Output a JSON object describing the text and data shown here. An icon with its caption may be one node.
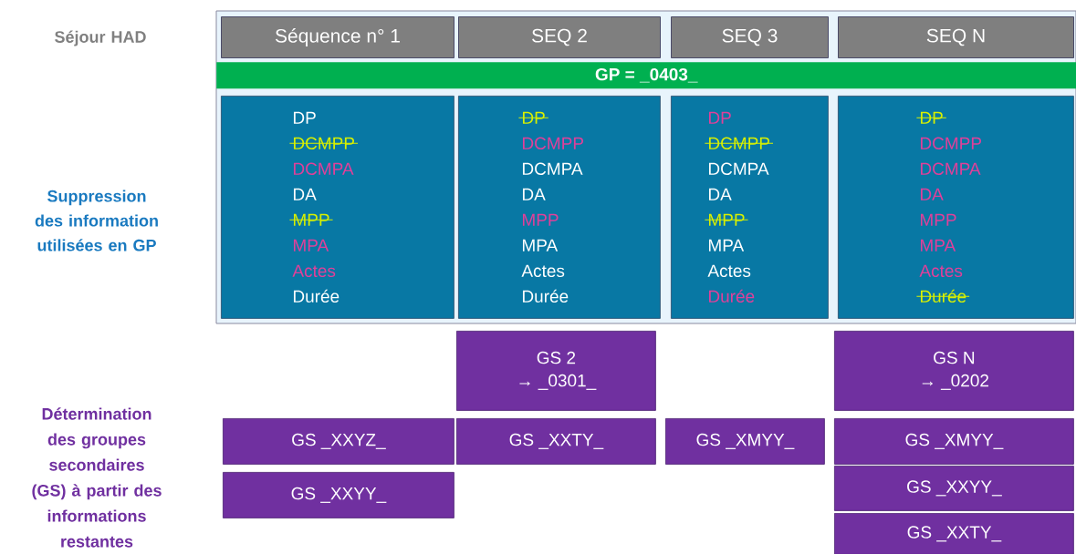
{
  "diagram": {
    "nodes": [
      {
        "text": [
          "Séquence n°  1"
        ]
      },
      {
        "text": [
          "SEQ 2"
        ]
      },
      {
        "text": [
          "SEQ 3"
        ]
      },
      {
        "text": [
          "SEQ N"
        ]
      },
      {
        "text": [
          "GP = _0403_"
        ]
      },
      {
        "text": [
          "DP",
          "DCMPP",
          "DCMPA",
          "DA",
          "MPP",
          "MPA",
          "Actes",
          "Durée"
        ]
      },
      {
        "text": [
          "DP",
          "DCMPP",
          "DCMPA",
          "DA",
          "MPP",
          "MPA",
          "Actes",
          "Durée"
        ]
      },
      {
        "text": [
          "DP",
          "DCMPP",
          "DCMPA",
          "DA",
          "MPP",
          "MPA",
          "Actes",
          "Durée"
        ]
      },
      {
        "text": [
          "DP",
          "DCMPP",
          "DCMPA",
          "DA",
          "MPP",
          "MPA",
          "Actes",
          "Durée"
        ]
      },
      {
        "text": [
          "GS 2",
          "→ _0301_"
        ]
      },
      {
        "text": [
          "GS N",
          "→ _0202"
        ]
      },
      {
        "text": [
          "GS _XXYZ_"
        ]
      },
      {
        "text": [
          "GS _XXTY_"
        ]
      },
      {
        "text": [
          "GS _XMYY_"
        ]
      },
      {
        "text": [
          "GS _XMYY_"
        ]
      },
      {
        "text": [
          "GS _XXYY_"
        ]
      },
      {
        "text": [
          "GS _XXYY_"
        ]
      },
      {
        "text": [
          "GS _XXTY_"
        ]
      }
    ],
    "labels": [
      "Séjour HAD",
      "Suppression des information utilisées en GP",
      "Détermination des groupes secondaires (GS) à partir des informations restantes"
    ]
  }
}
